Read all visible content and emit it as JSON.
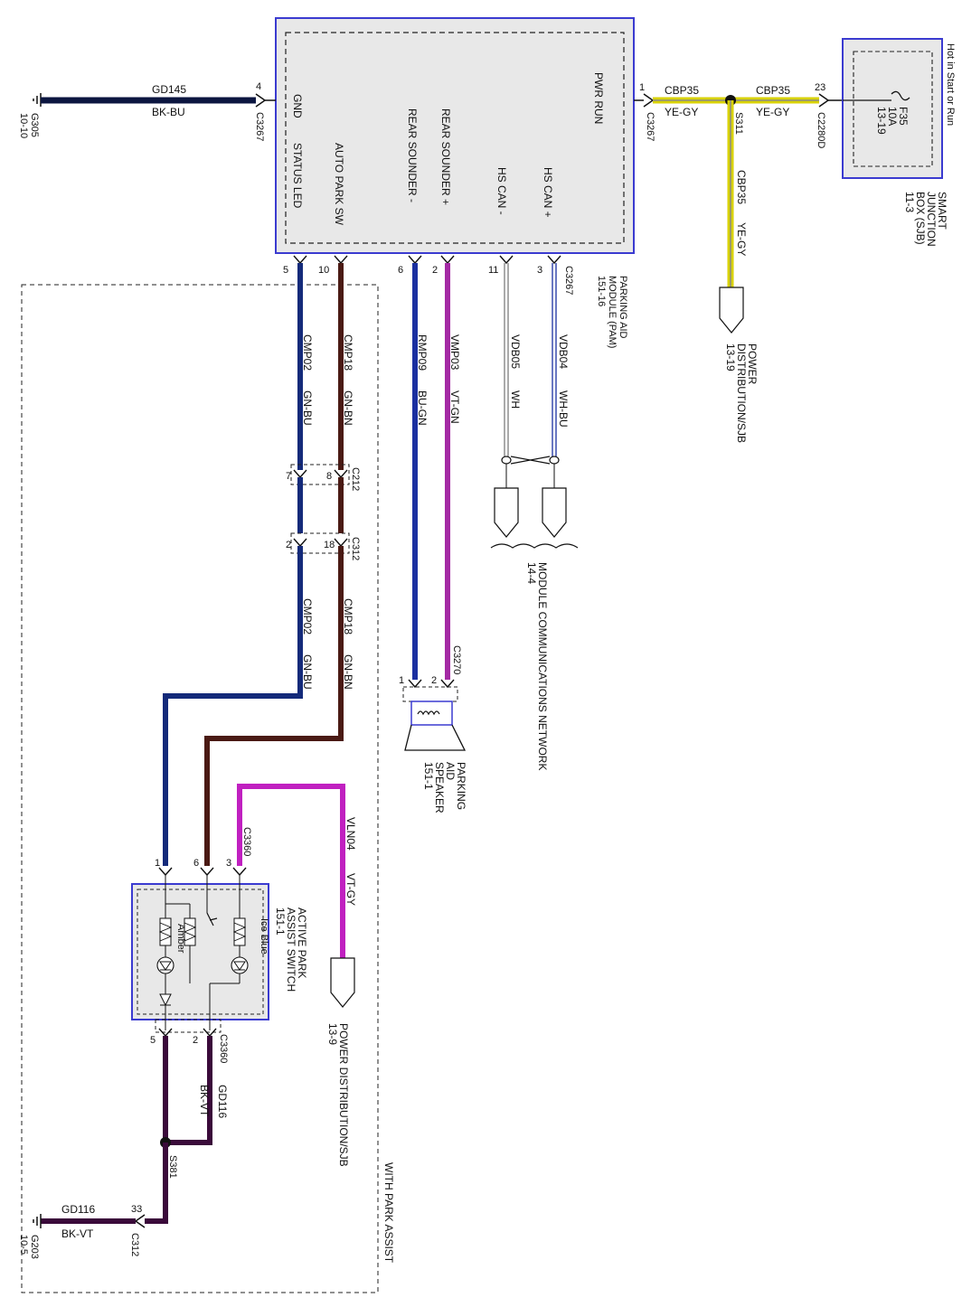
{
  "colors": {
    "bk_bu": "#0c1640",
    "ye_gy": "#d8d200",
    "gray_stripe": "#8a8a8a",
    "gn_bu": "#142a7a",
    "gn_bn": "#4a1a14",
    "bu_gn": "#1a2fa0",
    "vt_gn": "#a42aa4",
    "vt_gy": "#c020c0",
    "bk_vt": "#3a0a3a",
    "module_border": "#3b3bd0",
    "module_fill": "#e8e8e8"
  },
  "ground_g305": {
    "name": "G305",
    "ref": "10-10"
  },
  "wire_gd145": {
    "circuit": "GD145",
    "color": "BK-BU"
  },
  "pam": {
    "pins_top": {
      "gnd_pin": "4",
      "pwr_pin": "1"
    },
    "connector_left": "C3267",
    "connector_right": "C3267",
    "connector_bottom": "C3267",
    "labels": {
      "gnd": "GND",
      "status_led": "STATUS LED",
      "auto_park_sw": "AUTO PARK SW",
      "rear_sounder_minus": "REAR SOUNDER -",
      "rear_sounder_plus": "REAR SOUNDER +",
      "hs_can_minus": "HS CAN -",
      "hs_can_plus": "HS CAN +",
      "pwr_run": "PWR RUN"
    },
    "bottom_pins": [
      "5",
      "10",
      "6",
      "2",
      "11",
      "3"
    ],
    "title": [
      "PARKING AID",
      "MODULE (PAM)",
      "151-16"
    ]
  },
  "power_feed": {
    "wire1_circuit": "CBP35",
    "wire1_color": "YE-GY",
    "wire2_circuit": "CBP35",
    "wire2_color": "YE-GY",
    "splice": "S311",
    "sjb_pin": "23",
    "sjb_connector": "C2280D",
    "down_circuit": "CBP35",
    "down_color": "YE-GY",
    "power_dist": [
      "POWER",
      "DISTRIBUTION/SJB",
      "13-19"
    ]
  },
  "sjb": {
    "hot_label": "Hot in Start or Run",
    "fuse": [
      "F35",
      "10A",
      "13-19"
    ],
    "title": [
      "SMART",
      "JUNCTION",
      "BOX (SJB)",
      "11-3"
    ]
  },
  "wires_down": {
    "cmp02": {
      "circuit": "CMP02",
      "color": "GN-BU"
    },
    "cmp18": {
      "circuit": "CMP18",
      "color": "GN-BN"
    },
    "rmp09": {
      "circuit": "RMP09",
      "color": "BU-GN"
    },
    "vmp03": {
      "circuit": "VMP03",
      "color": "VT-GN"
    },
    "vdb05": {
      "circuit": "VDB05",
      "color": "WH"
    },
    "vdb04": {
      "circuit": "VDB04",
      "color": "WH-BU"
    }
  },
  "c212": {
    "name": "C212",
    "pin_a": "8",
    "pin_b": "7"
  },
  "c312": {
    "name": "C312",
    "pin_a": "18",
    "pin_b": "2"
  },
  "lower_cmp18": {
    "circuit": "CMP18",
    "color": "GN-BN"
  },
  "lower_cmp02": {
    "circuit": "CMP02",
    "color": "GN-BU"
  },
  "mcn": {
    "title": "MODULE COMMUNICATIONS NETWORK",
    "ref": "14-4"
  },
  "speaker": {
    "connector": "C3270",
    "pin_a": "2",
    "pin_b": "1",
    "title": [
      "PARKING",
      "AID",
      "SPEAKER",
      "151-1"
    ]
  },
  "vln04": {
    "circuit": "VLN04",
    "color": "VT-GY"
  },
  "switch": {
    "connector_top": "C3360",
    "pins_top": [
      "1",
      "6",
      "3"
    ],
    "ice_blue": "Ice Blue",
    "amber": "Amber",
    "title": [
      "ACTIVE PARK",
      "ASSIST SWITCH",
      "151-1"
    ],
    "pins_bottom": [
      "5",
      "2"
    ],
    "connector_bottom": "C3360"
  },
  "power_dist_2": {
    "label": "POWER DISTRIBUTION/SJB",
    "ref": "13-9"
  },
  "gd116_upper": {
    "circuit": "GD116",
    "color": "BK-VT"
  },
  "splice_s381": "S381",
  "gd116_lower": {
    "circuit": "GD116",
    "color": "BK-VT"
  },
  "c312_bottom": {
    "pin": "33",
    "name": "C312"
  },
  "ground_g203": {
    "name": "G203",
    "ref": "10-5"
  },
  "park_assist_label": "WITH PARK ASSIST"
}
